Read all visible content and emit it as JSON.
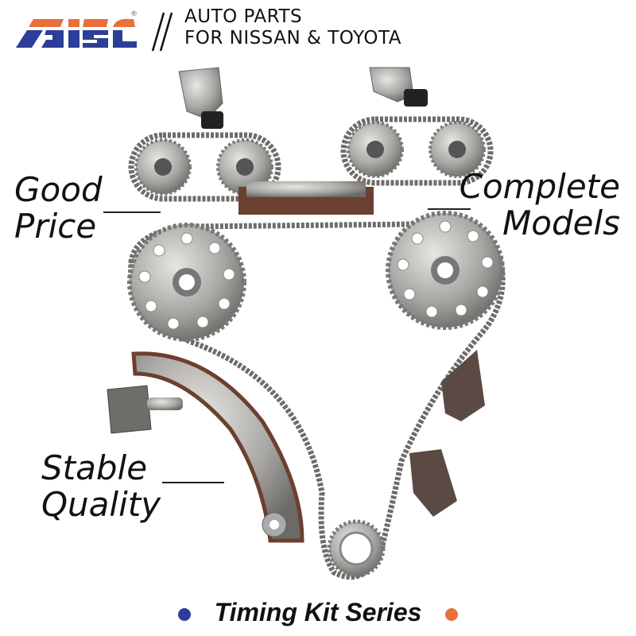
{
  "brand": {
    "logo_text": "AISC",
    "registered_mark": "®",
    "colors": {
      "orange": "#e8703a",
      "blue": "#2b3f98"
    }
  },
  "header": {
    "line1": "AUTO PARTS",
    "line2": "FOR NISSAN & TOYOTA"
  },
  "callouts": {
    "good_price": [
      "Good",
      "Price"
    ],
    "complete_models": [
      "Complete",
      "Models"
    ],
    "stable_quality": [
      "Stable",
      "Quality"
    ]
  },
  "footer": {
    "title": "Timing Kit Series",
    "dot_left_color": "#2b3f98",
    "dot_right_color": "#e8703a"
  }
}
